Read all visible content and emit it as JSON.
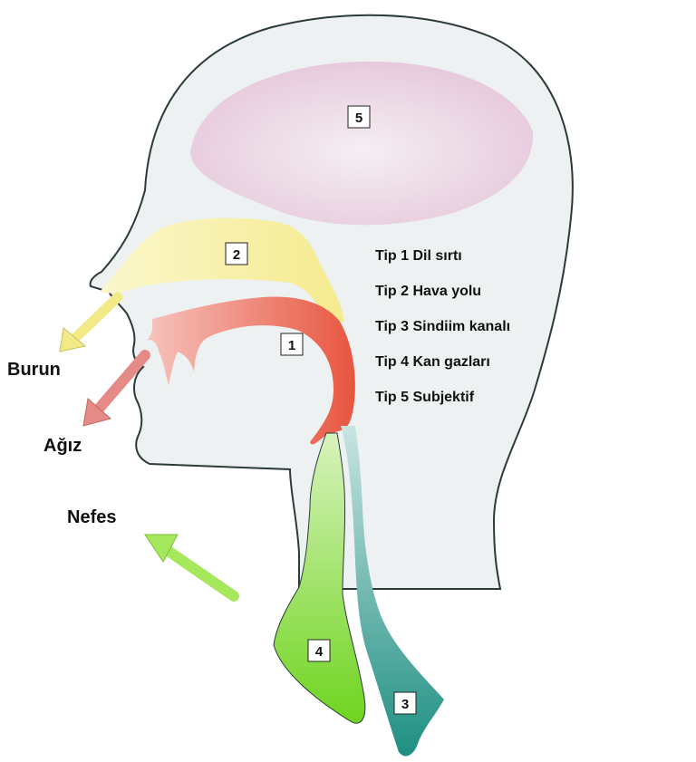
{
  "markers": {
    "m1": "1",
    "m2": "2",
    "m3": "3",
    "m4": "4",
    "m5": "5"
  },
  "labels": {
    "nose": "Burun",
    "mouth": "Ağız",
    "breath": "Nefes"
  },
  "legend": [
    "Tip 1 Dil sırtı",
    "Tip 2 Hava yolu",
    "Tip 3 Sindiim kanalı",
    "Tip 4 Kan gazları",
    "Tip 5 Subjektif"
  ],
  "colors": {
    "head_fill": "#eef1f2",
    "outline": "#2b3a3a",
    "brain": "#e8c8dc",
    "nasal": "#f7f0a8",
    "tongue": "#ee6a5a",
    "trachea": "#7ed63a",
    "esophagus": "#2e9a8e",
    "arrow_nose": "#f2ea86",
    "arrow_mouth": "#e58a86",
    "arrow_breath": "#a6e85c"
  }
}
